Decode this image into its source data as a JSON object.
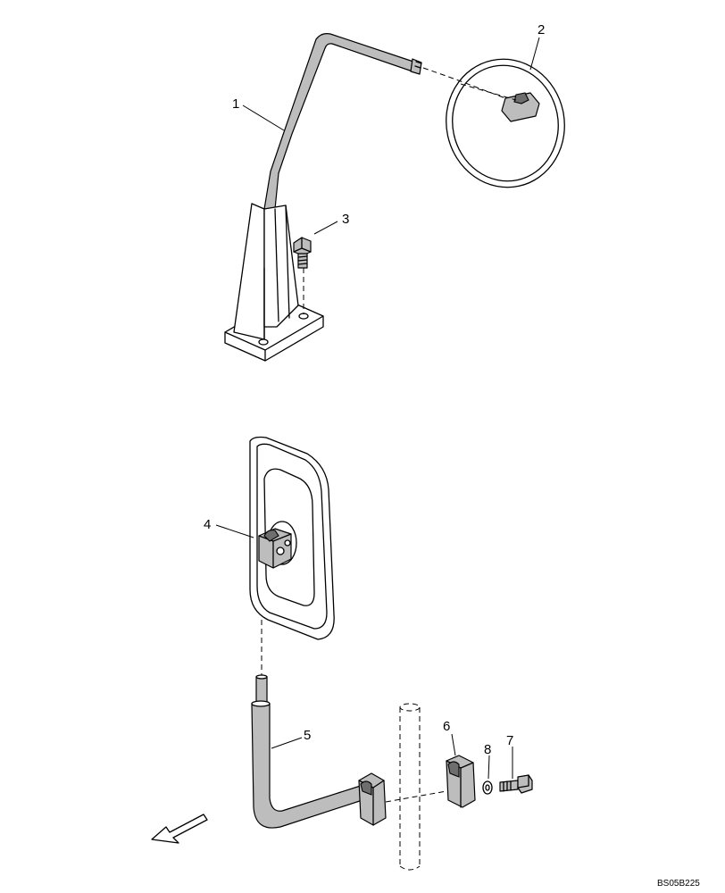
{
  "callouts": {
    "c1": "1",
    "c2": "2",
    "c3": "3",
    "c4": "4",
    "c5": "5",
    "c6": "6",
    "c7": "7",
    "c8": "8"
  },
  "drawing_code": "BS05B225"
}
